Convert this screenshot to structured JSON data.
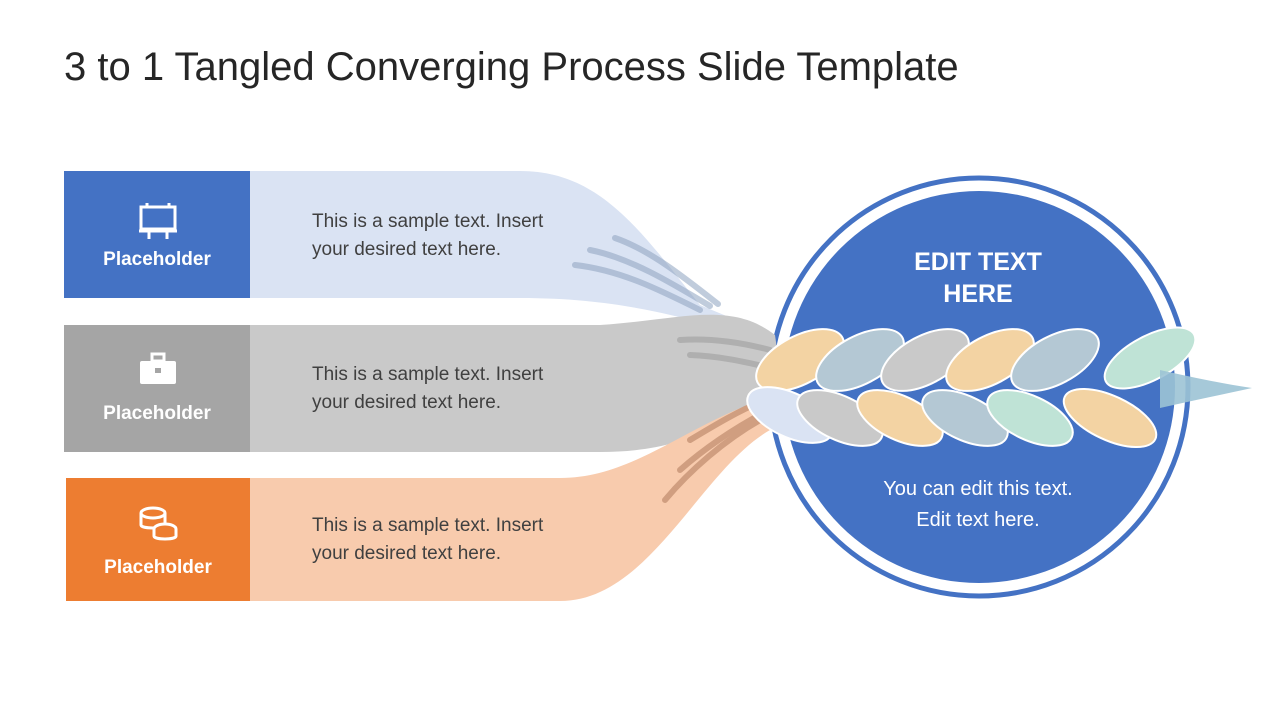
{
  "title": "3 to 1 Tangled Converging Process Slide Template",
  "colors": {
    "blue": "#4472C4",
    "gray": "#A5A5A5",
    "orange": "#ED7D31",
    "light_blue": "#DAE3F3",
    "light_gray": "#C9C9C9",
    "light_orange": "#F8CBAD"
  },
  "rows": [
    {
      "icon": "billboard-icon",
      "label": "Placeholder",
      "text_line1": "This is a sample text. Insert",
      "text_line2": "your desired text here."
    },
    {
      "icon": "briefcase-icon",
      "label": "Placeholder",
      "text_line1": "This is a sample text. Insert",
      "text_line2": "your desired text here."
    },
    {
      "icon": "coins-icon",
      "label": "Placeholder",
      "text_line1": "This is a sample text. Insert",
      "text_line2": "your desired text here."
    }
  ],
  "circle": {
    "title_line1": "EDIT TEXT",
    "title_line2": "HERE",
    "body_line1": "You can edit this text.",
    "body_line2": "Edit text here."
  }
}
